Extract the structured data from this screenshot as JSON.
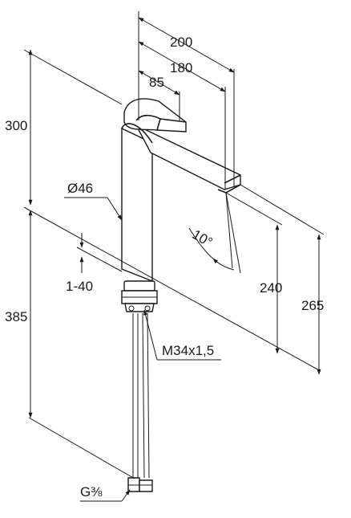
{
  "dimensions": {
    "spout_reach_total": "200",
    "spout_reach_outlet": "180",
    "lever_depth": "85",
    "height_above": "300",
    "body_diameter": "Ø46",
    "swivel_angle": "10°",
    "deck_thickness": "1-40",
    "outlet_height": "240",
    "total_height": "265",
    "hose_length": "385",
    "thread": "M34x1,5",
    "connection": "G⅜"
  }
}
